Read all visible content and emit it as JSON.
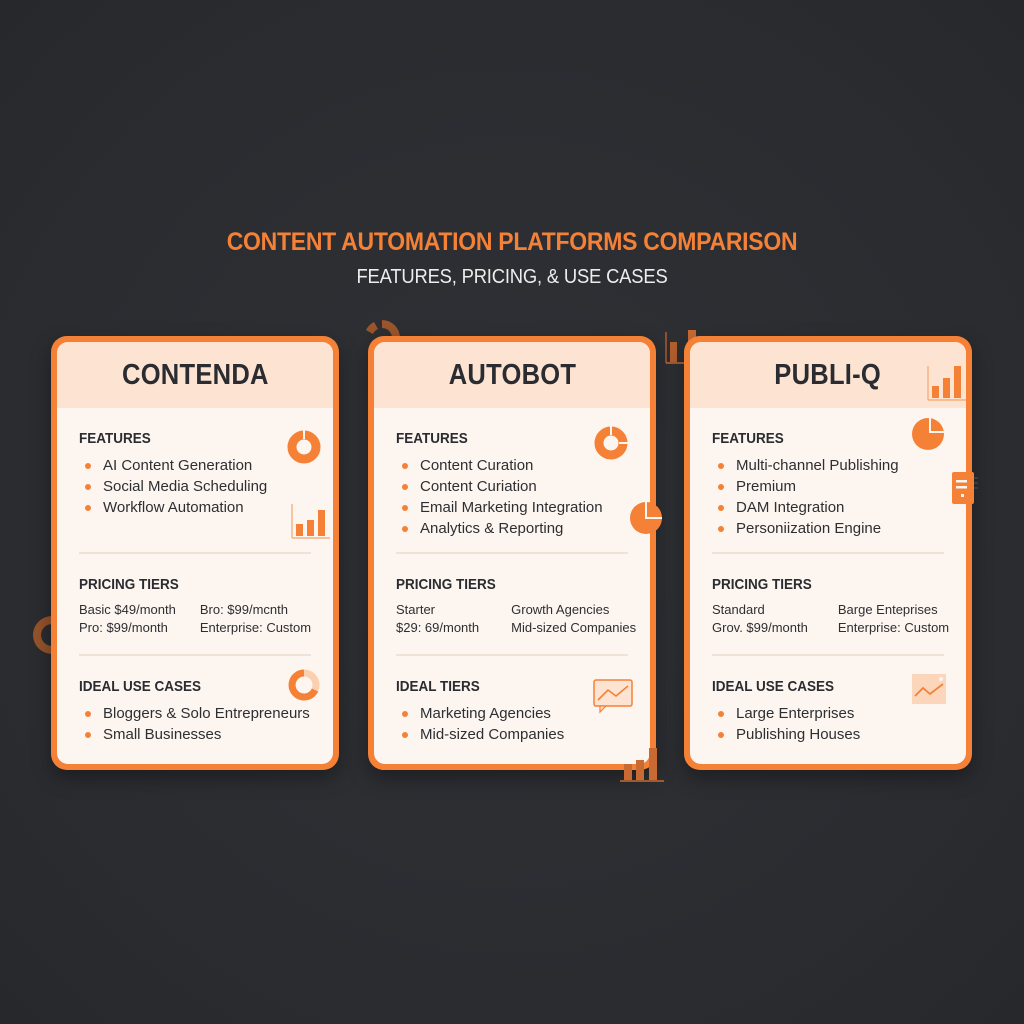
{
  "header": {
    "title": "CONTENT AUTOMATION PLATFORMS COMPARISON",
    "subtitle": "FEATURES, PRICING, & USE CASES"
  },
  "colors": {
    "background": "#2b2d31",
    "accent": "#f58137",
    "card_body": "#fdf5ef",
    "card_header": "#fde3d1",
    "text_dark": "#2a2c31"
  },
  "cards": [
    {
      "name": "CONTENDA",
      "features_title": "FEATURES",
      "features": [
        "AI Content Generation",
        "Social Media Scheduling",
        "Workflow Automation"
      ],
      "pricing_title": "PRICING TIERS",
      "pricing_left": [
        "Basic $49/month",
        "Pro: $99/month"
      ],
      "pricing_right": [
        "Bro: $99/mcnth",
        "Enterprise: Custom"
      ],
      "usecases_title": "IDEAL USE CASES",
      "usecases": [
        "Bloggers & Solo Entrepreneurs",
        "Small Businesses"
      ],
      "icons": [
        "donut-chart-icon",
        "bar-chart-icon",
        "ring-chart-icon"
      ]
    },
    {
      "name": "AUTOBOT",
      "features_title": "FEATURES",
      "features": [
        "Content Curation",
        "Content Curiation",
        "Email Marketing Integration",
        "Analytics & Reporting"
      ],
      "pricing_title": "PRICING TIERS",
      "pricing_left": [
        "Starter",
        "$29: 69/month"
      ],
      "pricing_right": [
        "Growth Agencies",
        "Mid-sized Companies"
      ],
      "usecases_title": "IDEAL TIERS",
      "usecases": [
        "Marketing Agencies",
        "Mid-sized Companies"
      ],
      "icons": [
        "donut-chart-icon",
        "pie-chart-icon",
        "line-chart-bubble-icon",
        "bar-chart-icon"
      ]
    },
    {
      "name": "PUBLI-Q",
      "features_title": "FEATURES",
      "features": [
        "Multi-channel Publishing",
        "Premium",
        "DAM Integration",
        "Personiization Engine"
      ],
      "pricing_title": "PRICING TIERS",
      "pricing_left": [
        "Standard",
        "Grov. $99/month"
      ],
      "pricing_right": [
        "Barge Enteprises",
        "Enterprise: Custom"
      ],
      "usecases_title": "IDEAL USE CASES",
      "usecases": [
        "Large Enterprises",
        "Publishing Houses"
      ],
      "icons": [
        "bar-chart-icon",
        "pie-chart-icon",
        "document-icon",
        "line-chart-icon"
      ]
    }
  ]
}
